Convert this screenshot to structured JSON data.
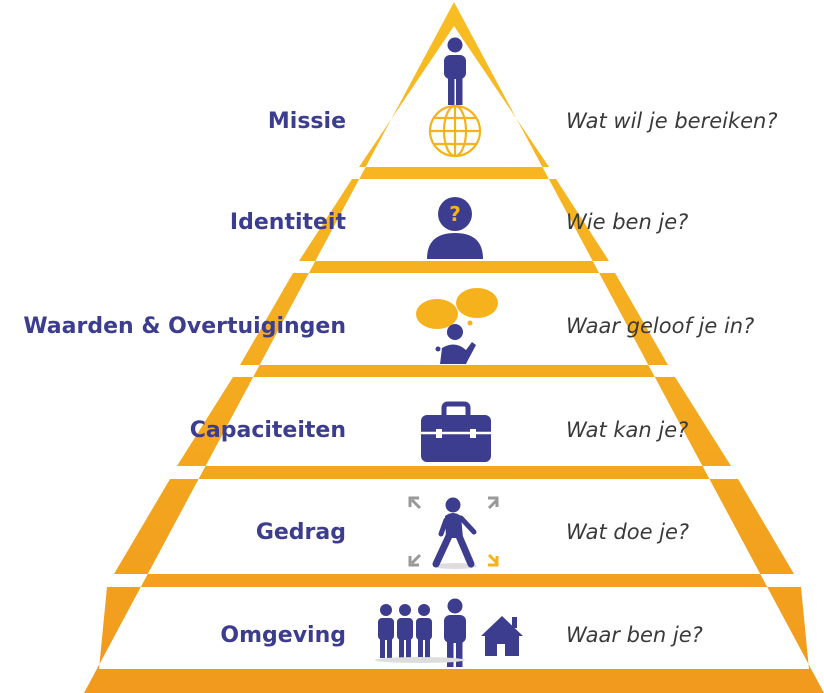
{
  "colors": {
    "frame": "#f6b21c",
    "frame_dark": "#ef9c1e",
    "icon": "#3d3d8f",
    "accent": "#f6b21c",
    "arrow_gray": "#999999"
  },
  "levels": [
    {
      "label": "Missie",
      "question": "Wat wil je bereiken?",
      "icon": "person-on-globe-icon"
    },
    {
      "label": "Identiteit",
      "question": "Wie ben je?",
      "icon": "person-question-icon"
    },
    {
      "label": "Waarden & Overtuigingen",
      "question": "Waar geloof je in?",
      "icon": "person-thinking-icon"
    },
    {
      "label": "Capaciteiten",
      "question": "Wat kan je?",
      "icon": "toolbox-icon"
    },
    {
      "label": "Gedrag",
      "question": "Wat doe je?",
      "icon": "walking-person-icon"
    },
    {
      "label": "Omgeving",
      "question": "Waar ben je?",
      "icon": "people-and-house-icon"
    }
  ]
}
